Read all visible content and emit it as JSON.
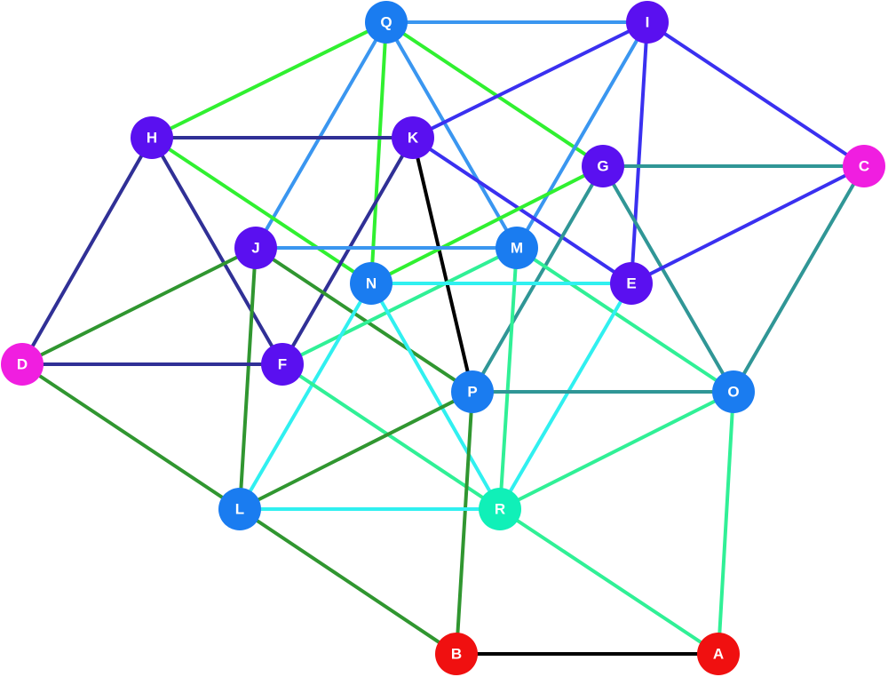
{
  "diagram": {
    "type": "network-graph",
    "nodes": [
      {
        "id": "Q",
        "label": "Q",
        "color": "#1a7cf0"
      },
      {
        "id": "I",
        "label": "I",
        "color": "#5a10f0"
      },
      {
        "id": "H",
        "label": "H",
        "color": "#5a10f0"
      },
      {
        "id": "K",
        "label": "K",
        "color": "#5a10f0"
      },
      {
        "id": "G",
        "label": "G",
        "color": "#5a10f0"
      },
      {
        "id": "C",
        "label": "C",
        "color": "#f01ee0"
      },
      {
        "id": "J",
        "label": "J",
        "color": "#5a10f0"
      },
      {
        "id": "M",
        "label": "M",
        "color": "#1a7cf0"
      },
      {
        "id": "N",
        "label": "N",
        "color": "#1a7cf0"
      },
      {
        "id": "E",
        "label": "E",
        "color": "#5a10f0"
      },
      {
        "id": "D",
        "label": "D",
        "color": "#f01ee0"
      },
      {
        "id": "F",
        "label": "F",
        "color": "#5a10f0"
      },
      {
        "id": "P",
        "label": "P",
        "color": "#1a7cf0"
      },
      {
        "id": "O",
        "label": "O",
        "color": "#1a7cf0"
      },
      {
        "id": "L",
        "label": "L",
        "color": "#1a7cf0"
      },
      {
        "id": "R",
        "label": "R",
        "color": "#10f0b8"
      },
      {
        "id": "B",
        "label": "B",
        "color": "#f01010"
      },
      {
        "id": "A",
        "label": "A",
        "color": "#f01010"
      }
    ],
    "edges": [
      {
        "from": "Q",
        "to": "I",
        "color": "#3a96f0"
      },
      {
        "from": "Q",
        "to": "H",
        "color": "#30f030"
      },
      {
        "from": "Q",
        "to": "J",
        "color": "#3a96f0"
      },
      {
        "from": "Q",
        "to": "N",
        "color": "#30f030"
      },
      {
        "from": "Q",
        "to": "M",
        "color": "#3a96f0"
      },
      {
        "from": "Q",
        "to": "G",
        "color": "#30f030"
      },
      {
        "from": "I",
        "to": "K",
        "color": "#3a30f0"
      },
      {
        "from": "I",
        "to": "M",
        "color": "#3a96f0"
      },
      {
        "from": "I",
        "to": "E",
        "color": "#3a30f0"
      },
      {
        "from": "I",
        "to": "C",
        "color": "#3a30f0"
      },
      {
        "from": "H",
        "to": "K",
        "color": "#303096"
      },
      {
        "from": "H",
        "to": "N",
        "color": "#30f030"
      },
      {
        "from": "H",
        "to": "D",
        "color": "#303096"
      },
      {
        "from": "H",
        "to": "F",
        "color": "#303096"
      },
      {
        "from": "K",
        "to": "F",
        "color": "#303096"
      },
      {
        "from": "K",
        "to": "P",
        "color": "#000000"
      },
      {
        "from": "K",
        "to": "E",
        "color": "#3a30f0"
      },
      {
        "from": "G",
        "to": "C",
        "color": "#309696"
      },
      {
        "from": "G",
        "to": "N",
        "color": "#30f030"
      },
      {
        "from": "G",
        "to": "P",
        "color": "#309696"
      },
      {
        "from": "G",
        "to": "O",
        "color": "#309696"
      },
      {
        "from": "C",
        "to": "E",
        "color": "#3a30f0"
      },
      {
        "from": "C",
        "to": "O",
        "color": "#309696"
      },
      {
        "from": "J",
        "to": "M",
        "color": "#3a96f0"
      },
      {
        "from": "J",
        "to": "D",
        "color": "#309630"
      },
      {
        "from": "J",
        "to": "L",
        "color": "#309630"
      },
      {
        "from": "J",
        "to": "P",
        "color": "#309630"
      },
      {
        "from": "M",
        "to": "F",
        "color": "#30f096"
      },
      {
        "from": "M",
        "to": "R",
        "color": "#30f096"
      },
      {
        "from": "M",
        "to": "O",
        "color": "#30f096"
      },
      {
        "from": "N",
        "to": "E",
        "color": "#30f0f0"
      },
      {
        "from": "N",
        "to": "L",
        "color": "#30f0f0"
      },
      {
        "from": "N",
        "to": "R",
        "color": "#30f0f0"
      },
      {
        "from": "E",
        "to": "R",
        "color": "#30f0f0"
      },
      {
        "from": "D",
        "to": "F",
        "color": "#303096"
      },
      {
        "from": "D",
        "to": "L",
        "color": "#309630"
      },
      {
        "from": "F",
        "to": "R",
        "color": "#30f096"
      },
      {
        "from": "P",
        "to": "O",
        "color": "#309696"
      },
      {
        "from": "P",
        "to": "L",
        "color": "#309630"
      },
      {
        "from": "P",
        "to": "B",
        "color": "#309630"
      },
      {
        "from": "O",
        "to": "R",
        "color": "#30f096"
      },
      {
        "from": "O",
        "to": "A",
        "color": "#30f096"
      },
      {
        "from": "L",
        "to": "R",
        "color": "#30f0f0"
      },
      {
        "from": "L",
        "to": "B",
        "color": "#309630"
      },
      {
        "from": "R",
        "to": "A",
        "color": "#30f096"
      },
      {
        "from": "B",
        "to": "A",
        "color": "#000000"
      }
    ]
  }
}
